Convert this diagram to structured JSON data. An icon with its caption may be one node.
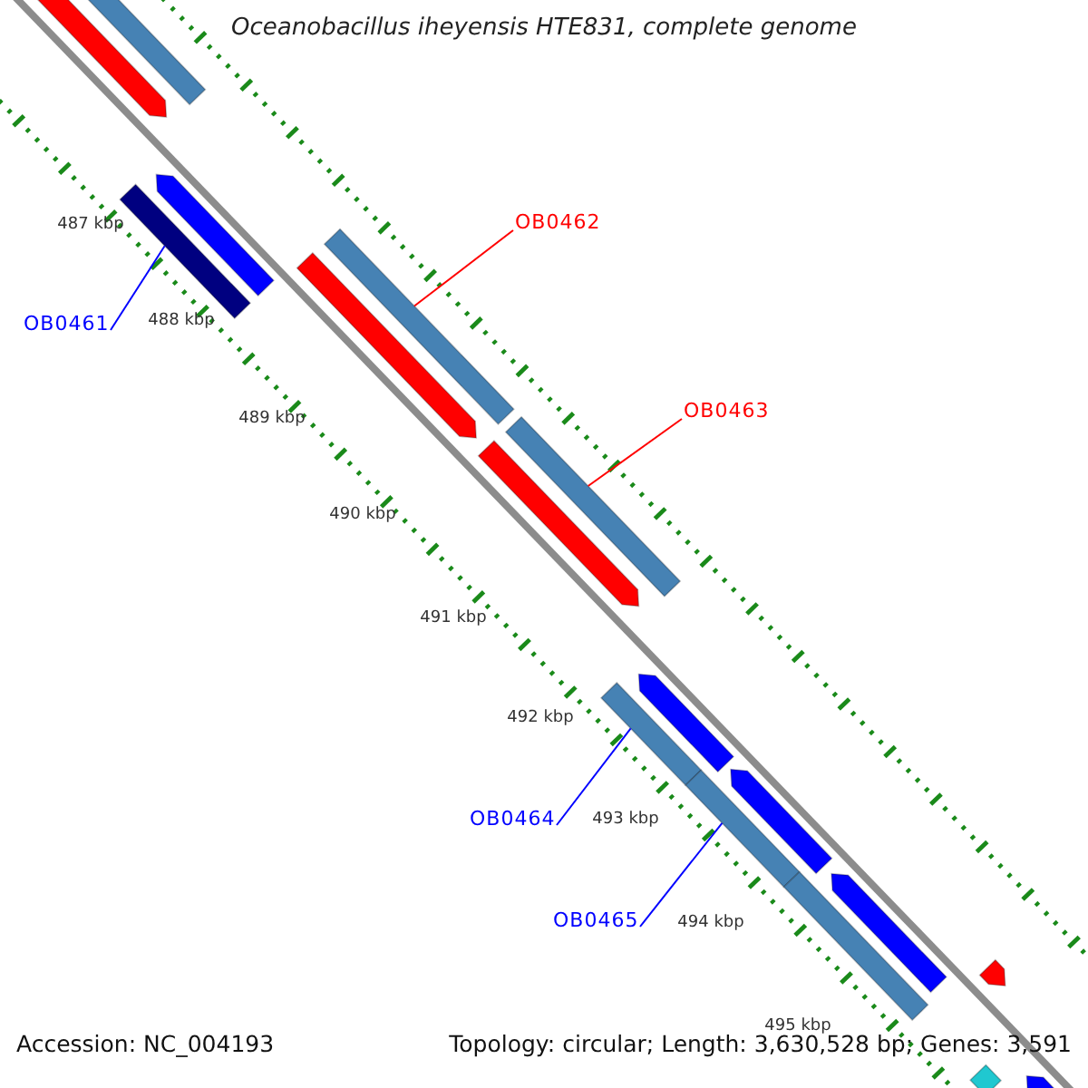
{
  "diagram": {
    "title": "Oceanobacillus iheyensis HTE831, complete genome",
    "nodes": [
      {
        "text": [
          "OB0462"
        ]
      },
      {
        "text": [
          "OB0461"
        ]
      },
      {
        "text": [
          "OB0463"
        ]
      },
      {
        "text": [
          "OB0464"
        ]
      },
      {
        "text": [
          "OB0465"
        ]
      },
      {
        "text": [],
        "shape": "arrow"
      },
      {
        "text": [],
        "shape": "bar"
      },
      {
        "text": [],
        "shape": "bar"
      },
      {
        "text": [],
        "shape": "arrow"
      },
      {
        "text": [],
        "shape": "arrow"
      },
      {
        "text": [],
        "shape": "bar"
      },
      {
        "text": [],
        "shape": "arrow"
      },
      {
        "text": [],
        "shape": "bar"
      },
      {
        "text": [],
        "shape": "bar"
      },
      {
        "text": [],
        "shape": "arrow"
      },
      {
        "text": [],
        "shape": "bar"
      },
      {
        "text": [],
        "shape": "arrow"
      },
      {
        "text": [],
        "shape": "bar"
      },
      {
        "text": [],
        "shape": "arrow"
      },
      {
        "text": [],
        "shape": "arrow"
      },
      {
        "text": [],
        "shape": "bar"
      },
      {
        "text": [],
        "shape": "arrow"
      }
    ],
    "edges": [
      {
        "from": 0,
        "to": 10,
        "arrow": "none",
        "color": "#ff0000"
      },
      {
        "from": 1,
        "to": 7,
        "arrow": "none"
      },
      {
        "from": 2,
        "to": 12,
        "arrow": "none",
        "color": "#ff0000"
      },
      {
        "from": 3,
        "to": 13,
        "arrow": "none"
      },
      {
        "from": 4,
        "to": 15,
        "arrow": "none"
      }
    ],
    "labels": [
      "487 kbp",
      "488 kbp",
      "489 kbp",
      "490 kbp",
      "491 kbp",
      "492 kbp",
      "493 kbp",
      "494 kbp",
      "495 kbp",
      "Accession: NC_004193",
      "Topology: circular; Length: 3,630,528 bp; Genes: 3,591"
    ]
  }
}
